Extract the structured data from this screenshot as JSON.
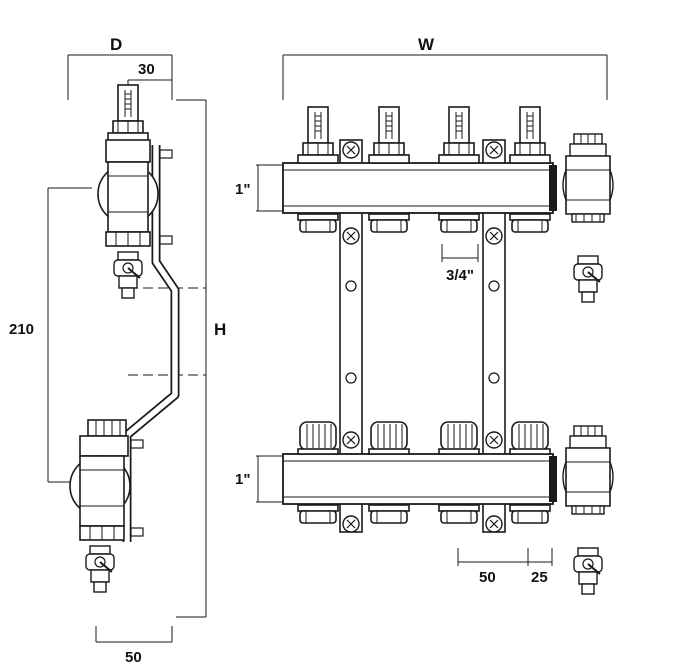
{
  "labels": {
    "depth": "D",
    "width": "W",
    "height": "H",
    "offset_top": "30",
    "spacing_vertical": "210",
    "offset_bottom": "50",
    "pipe_top": "1\"",
    "pipe_bottom": "1\"",
    "outlet_size": "3/4\"",
    "outlet_pitch": "50",
    "end_offset": "25"
  },
  "colors": {
    "line": "#1a1a1a",
    "metal_fill": "#ffffff",
    "shade": "#cfcfcf",
    "background": "#ffffff"
  },
  "icons": {
    "flow_meter": "flowmeter-icon",
    "valve_cap": "valve-cap-icon",
    "ball_valve": "ball-valve-icon",
    "bracket": "mounting-bracket-icon"
  }
}
